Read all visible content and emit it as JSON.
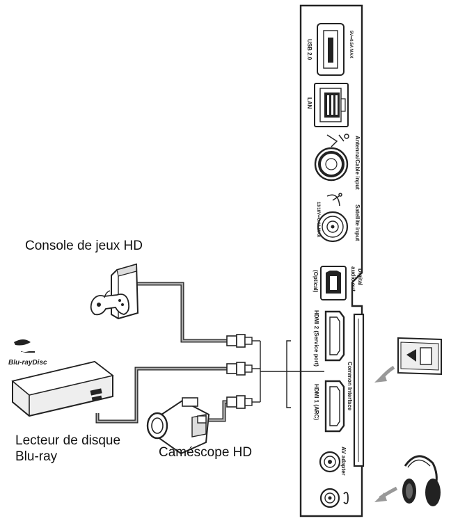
{
  "devices": {
    "console": "Console de jeux HD",
    "bluray_line1": "Lecteur de disque",
    "bluray_line2": "Blu-ray",
    "camcorder": "Caméscope HD",
    "bluray_logo": "Blu-ray Disc"
  },
  "panel": {
    "usb": "USB 2.0",
    "usb_rating": "5V⎓0.5A MAX",
    "lan": "LAN",
    "antenna": "Antenna/Cable input",
    "satellite": "Satellite input",
    "satellite_rating": "13/18V⎓0.4A MAX",
    "digital_audio_1": "Digital",
    "digital_audio_2": "audio out",
    "optical": "(Optical)",
    "hdmi2": "HDMI 2 (Service port)",
    "hdmi1": "HDMI 1 (ARC)",
    "common_interface": "Common Interface",
    "av": "AV adapter"
  },
  "colors": {
    "line": "#222222",
    "cable": "#9a9a9a",
    "panel_bg": "#ffffff"
  }
}
